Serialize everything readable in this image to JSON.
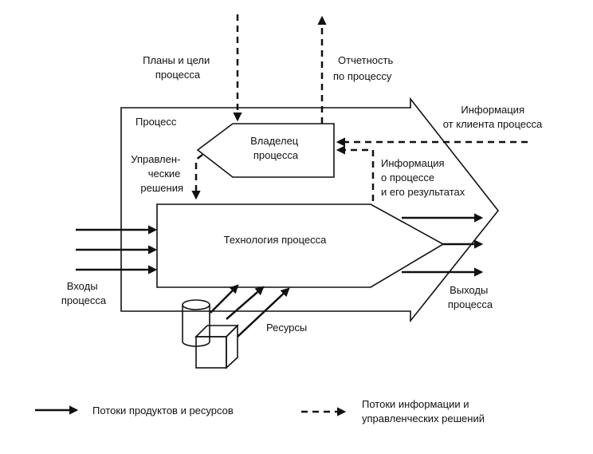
{
  "diagram": {
    "plans_goals": [
      "Планы и цели",
      "процесса"
    ],
    "reporting": [
      "Отчетность",
      "по процессу"
    ],
    "process": "Процесс",
    "client_info": [
      "Информация",
      "от клиента процесса"
    ],
    "owner": [
      "Владелец",
      "процесса"
    ],
    "management_decisions": [
      "Управлен-",
      "ческие",
      "решения"
    ],
    "process_info": [
      "Информация",
      "о процессе",
      "и его результатах"
    ],
    "technology": "Технология процесса",
    "inputs": [
      "Входы",
      "процесса"
    ],
    "outputs": [
      "Выходы",
      "процесса"
    ],
    "resources": "Ресурсы"
  },
  "legend": {
    "solid_label": "Потоки продуктов и ресурсов",
    "dashed_label": [
      "Потоки информации и",
      "управленческих решений"
    ]
  }
}
